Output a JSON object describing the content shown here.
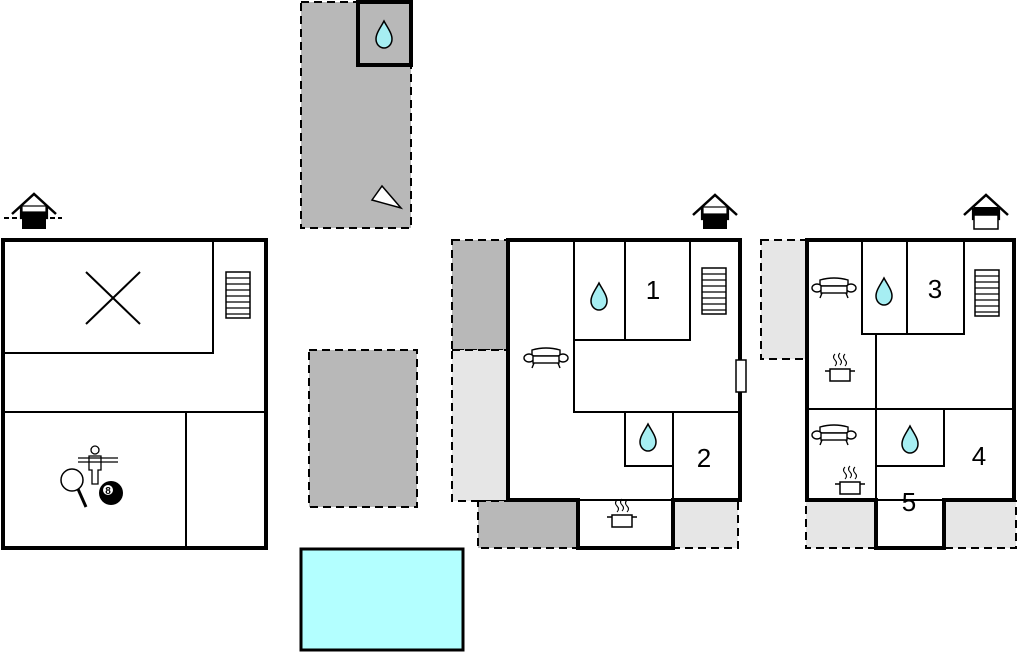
{
  "colors": {
    "terrace_dark": "#b8b8b8",
    "terrace_light": "#e6e6e6",
    "pool": "#b3ffff",
    "water_drop": "#a6eef2",
    "wall": "#000000"
  },
  "icons": [
    "floor-level-icon",
    "stairs-icon",
    "bathroom-icon",
    "living-room-icon",
    "kitchen-icon",
    "table-tennis-icon",
    "table-football-icon",
    "billiard-ball-icon",
    "open-to-below-icon",
    "shower-icon",
    "door-icon"
  ],
  "rooms": {
    "bedroom_1": "1",
    "bedroom_2": "2",
    "bedroom_3": "3",
    "bedroom_4": "4",
    "bedroom_5": "5"
  },
  "billiard_ball": "8"
}
